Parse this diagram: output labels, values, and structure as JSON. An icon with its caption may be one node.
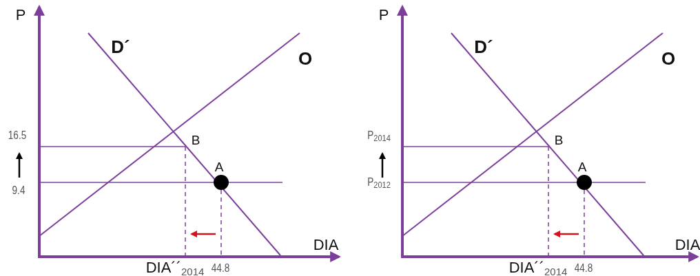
{
  "diagram": {
    "labels": [
      "P",
      "D´",
      "O",
      "16.5",
      "B",
      "A",
      "9.4",
      "DIA",
      "DIA´´$_{2014}$",
      "44.8",
      "P",
      "D´",
      "O",
      "P$_{2014}$",
      "B",
      "A",
      "P$_{2012}$",
      "DIA",
      "DIA´´$_{2014}$",
      "44.8"
    ]
  }
}
